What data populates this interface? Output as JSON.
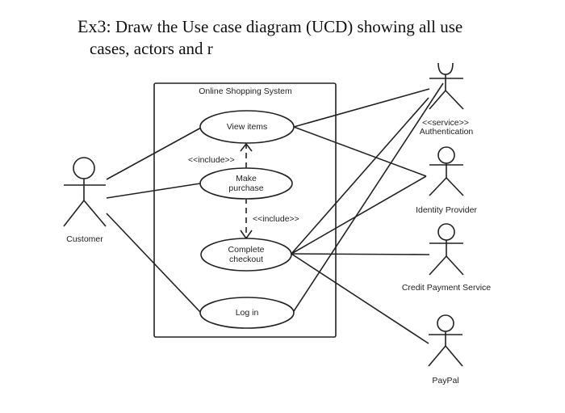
{
  "heading": {
    "prefix": "Ex3:",
    "text_line1": " Draw the Use case diagram (UCD) showing all use",
    "text_line2": "cases, actors and r"
  },
  "diagram": {
    "system_boundary": "Online Shopping System",
    "use_cases": [
      {
        "id": "view-items",
        "line1": "View items",
        "line2": ""
      },
      {
        "id": "make-purchase",
        "line1": "Make",
        "line2": "purchase"
      },
      {
        "id": "complete-checkout",
        "line1": "Complete",
        "line2": "checkout"
      },
      {
        "id": "log-in",
        "line1": "Log in",
        "line2": ""
      }
    ],
    "include_label": "<<include>>",
    "relationships": [
      {
        "type": "include",
        "from": "make-purchase",
        "to": "view-items",
        "label": "<<include>>"
      },
      {
        "type": "include",
        "from": "make-purchase",
        "to": "complete-checkout",
        "label": "<<include>>"
      }
    ],
    "actors": [
      {
        "id": "customer",
        "name": "Customer",
        "stereotype": ""
      },
      {
        "id": "authentication",
        "name": "Authentication",
        "stereotype": "<<service>>"
      },
      {
        "id": "identity-provider",
        "name": "Identity Provider",
        "stereotype": ""
      },
      {
        "id": "credit-payment-service",
        "name": "Credit Payment Service",
        "stereotype": ""
      },
      {
        "id": "paypal",
        "name": "PayPal",
        "stereotype": ""
      }
    ],
    "associations": [
      [
        "customer",
        "view-items"
      ],
      [
        "customer",
        "make-purchase"
      ],
      [
        "customer",
        "log-in"
      ],
      [
        "view-items",
        "authentication"
      ],
      [
        "view-items",
        "identity-provider"
      ],
      [
        "complete-checkout",
        "authentication"
      ],
      [
        "complete-checkout",
        "identity-provider"
      ],
      [
        "complete-checkout",
        "credit-payment-service"
      ],
      [
        "complete-checkout",
        "paypal"
      ],
      [
        "log-in",
        "authentication"
      ]
    ]
  }
}
